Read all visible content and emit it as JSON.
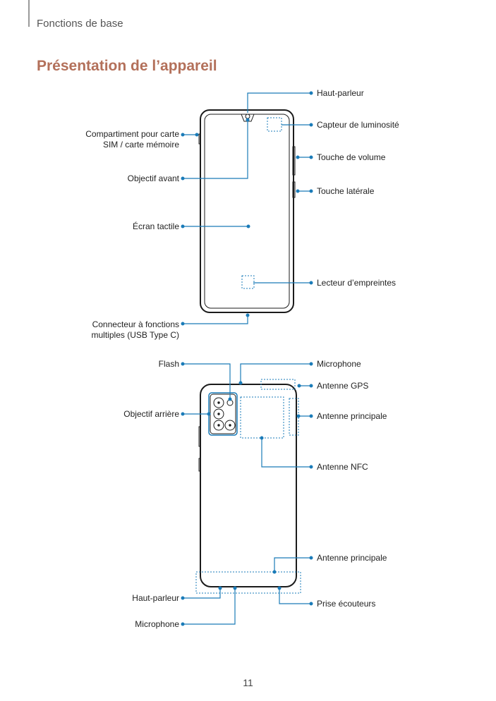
{
  "header": {
    "section": "Fonctions de base"
  },
  "page_title": "Présentation de l’appareil",
  "front": {
    "haut_parleur": "Haut-parleur",
    "capteur_luminosite": "Capteur de luminosité",
    "compartiment_line1": "Compartiment pour carte",
    "compartiment_line2": "SIM / carte mémoire",
    "touche_volume": "Touche de volume",
    "objectif_avant": "Objectif avant",
    "touche_laterale": "Touche latérale",
    "ecran_tactile": "Écran tactile",
    "lecteur_empreintes": "Lecteur d’empreintes",
    "connecteur_line1": "Connecteur à fonctions",
    "connecteur_line2": "multiples (USB Type C)"
  },
  "back": {
    "flash": "Flash",
    "microphone_top": "Microphone",
    "antenne_gps": "Antenne GPS",
    "objectif_arriere": "Objectif arrière",
    "antenne_principale_top": "Antenne principale",
    "antenne_nfc": "Antenne NFC",
    "antenne_principale_bottom": "Antenne principale",
    "haut_parleur": "Haut-parleur",
    "prise_ecouteurs": "Prise écouteurs",
    "microphone_bottom": "Microphone"
  },
  "footer": {
    "page_number": "11"
  },
  "colors": {
    "accent": "#1a7bb8",
    "title": "#b3705a"
  }
}
